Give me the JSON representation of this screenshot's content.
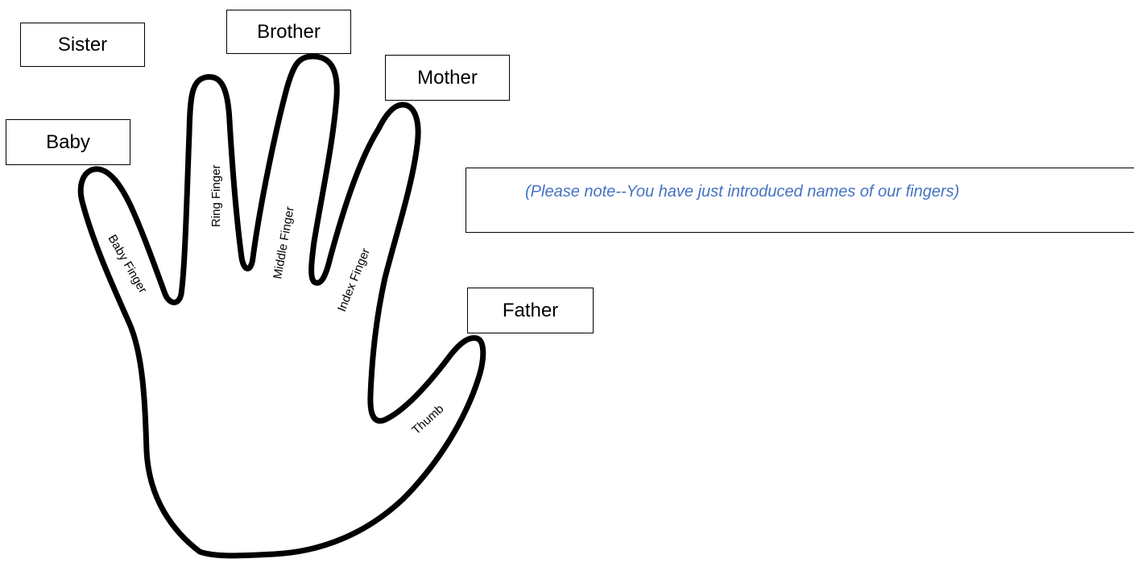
{
  "labels": {
    "sister": "Sister",
    "brother": "Brother",
    "mother": "Mother",
    "baby": "Baby",
    "father": "Father"
  },
  "note": "(Please note--You have just introduced names of our fingers)",
  "fingers": {
    "baby": "Baby Finger",
    "ring": "Ring Finger",
    "middle": "Middle Finger",
    "index": "Index Finger",
    "thumb": "Thumb"
  },
  "colors": {
    "note_text": "#4472c4",
    "outline": "#000000"
  }
}
